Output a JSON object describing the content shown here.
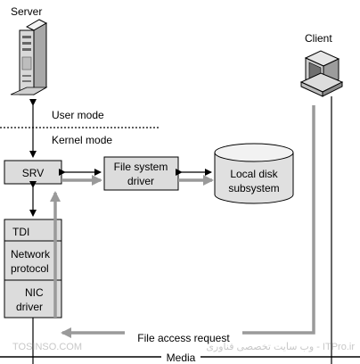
{
  "labels": {
    "server": "Server",
    "client": "Client",
    "user_mode": "User mode",
    "kernel_mode": "Kernel mode",
    "srv": "SRV",
    "fs_driver_1": "File system",
    "fs_driver_2": "driver",
    "disk_1": "Local disk",
    "disk_2": "subsystem",
    "tdi": "TDI",
    "net_1": "Network",
    "net_2": "protocol",
    "nic_1": "NIC",
    "nic_2": "driver",
    "request": "File access request",
    "media": "Media"
  },
  "watermark": {
    "left": "TOSINSO.COM",
    "right": "وب سایت تخصصی فناوری - ITPro.ir"
  },
  "colors": {
    "box_fill": "#dcdcdc",
    "flow_arrow": "#9a9a9a",
    "line": "#000000"
  },
  "icons": [
    "server-tower-icon",
    "client-computer-icon"
  ]
}
